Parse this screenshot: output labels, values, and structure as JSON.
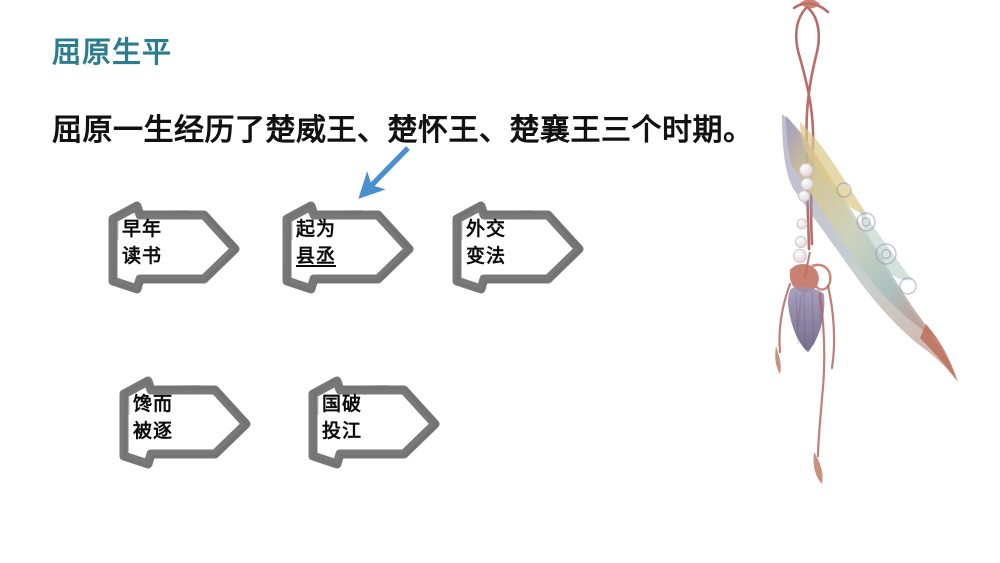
{
  "slide": {
    "title": "屈原生平",
    "title_color": "#2b7c8e",
    "background_color": "#ffffff",
    "body_text": "屈原一生经历了楚威王、楚怀王、楚襄王三个时期。",
    "body_color": "#111111"
  },
  "callout": {
    "arrow_color": "#4a90d0",
    "arrow_name": "blue-down-left-arrow",
    "points_from": "楚怀王",
    "points_to": "起为县丞"
  },
  "stages": [
    {
      "id": "stage-1",
      "line1": "早年",
      "line2": "读书",
      "line2_underlined": false,
      "outline_color": "#6e6e6e"
    },
    {
      "id": "stage-2",
      "line1": "起为",
      "line2": "县丞",
      "line2_underlined": true,
      "outline_color": "#6e6e6e"
    },
    {
      "id": "stage-3",
      "line1": "外交",
      "line2": "变法",
      "line2_underlined": false,
      "outline_color": "#6e6e6e"
    },
    {
      "id": "stage-4",
      "line1": "馋而",
      "line2": "被逐",
      "line2_underlined": false,
      "outline_color": "#6e6e6e"
    },
    {
      "id": "stage-5",
      "line1": "国破",
      "line2": "投江",
      "line2_underlined": false,
      "outline_color": "#6e6e6e"
    }
  ],
  "ornament": {
    "name": "chinese-jade-pendant-tassel-watercolor",
    "colors": {
      "cord": "#b4615c",
      "blade_top": "#8d8ab0",
      "blade_gold": "#d9c98c",
      "blade_green": "#a9c3b4",
      "tassel": "#7d7496",
      "bead": "#e6dfe4"
    }
  }
}
